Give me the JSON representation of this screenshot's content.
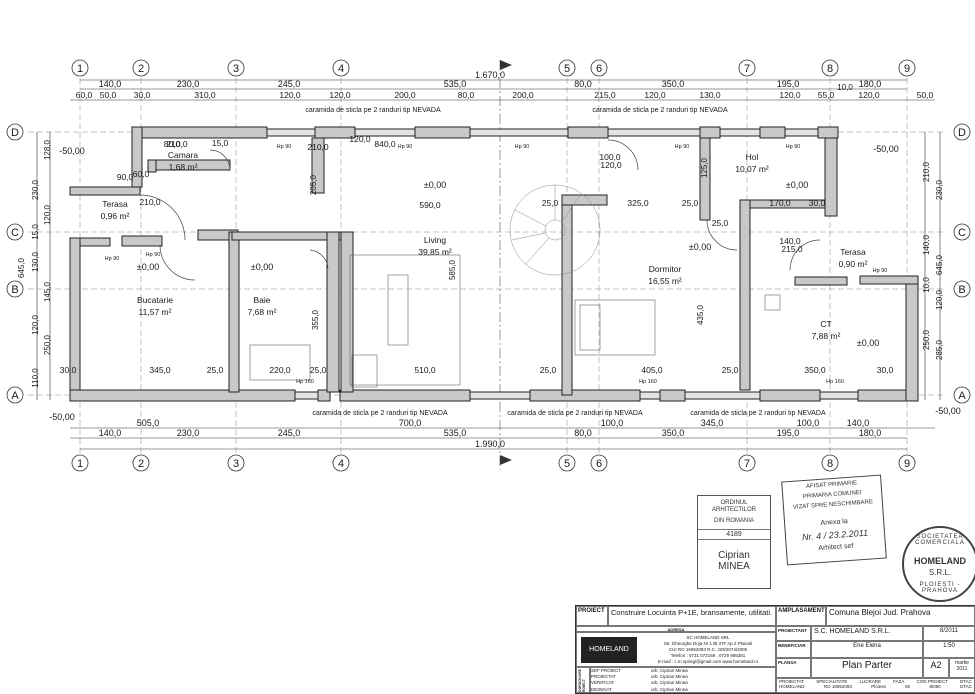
{
  "grid": {
    "vertical_labels": [
      "1",
      "2",
      "3",
      "4",
      "5",
      "6",
      "7",
      "8",
      "9"
    ],
    "horizontal_labels": [
      "D",
      "C",
      "B",
      "A"
    ]
  },
  "dimensions": {
    "top_overall": "1.670,0",
    "bottom_overall": "1.990,0",
    "top_row1": [
      "140,0",
      "230,0",
      "245,0",
      "535,0",
      "80,0",
      "350,0",
      "195,0",
      "180,0"
    ],
    "top_row1_extra": "10,0",
    "top_row2": [
      "60,0",
      "50,0",
      "30,0",
      "310,0",
      "120,0",
      "120,0",
      "200,0",
      "80,0",
      "200,0",
      "215,0",
      "120,0",
      "130,0",
      "120,0",
      "55,0",
      "120,0",
      "50,0"
    ],
    "bottom_row1": [
      "505,0",
      "700,0",
      "100,0",
      "345,0",
      "100,0",
      "140,0"
    ],
    "bottom_row2": [
      "140,0",
      "230,0",
      "245,0",
      "535,0",
      "80,0",
      "350,0",
      "195,0",
      "180,0"
    ],
    "left_side": [
      "128,0",
      "230,0",
      "120,0",
      "15,0",
      "645,0",
      "130,0",
      "145,0",
      "120,0",
      "250,0",
      "110,0"
    ],
    "right_side": [
      "210,0",
      "230,0",
      "140,0",
      "645,0",
      "10,0",
      "120,0",
      "250,0",
      "285,0"
    ],
    "interior": [
      "210,0",
      "15,0",
      "840,0",
      "205,0",
      "590,0",
      "325,0",
      "25,0",
      "170,0",
      "30,0",
      "25,0",
      "585,0",
      "355,0",
      "435,0",
      "345,0",
      "25,0",
      "220,0",
      "25,0",
      "510,0",
      "25,0",
      "405,0",
      "25,0",
      "350,0",
      "30,0",
      "30,0",
      "60,0",
      "80,0",
      "120,0",
      "90,0",
      "210,0",
      "140,0",
      "215,0",
      "100,0",
      "120,0",
      "210,0",
      "25,0",
      "125,0"
    ],
    "levels": [
      "-50,00",
      "-50,00",
      "-50,00",
      "-50,00"
    ]
  },
  "notes": {
    "glass_brick": "caramida de sticla pe 2 randuri tip NEVADA",
    "hp_labels": [
      "Hp 90",
      "Hp 90",
      "Hp 90",
      "Hp 90",
      "Hp 90",
      "Hp 90",
      "Hp 160",
      "Hp 160",
      "Hp 160",
      "Hp 90",
      "Hp 90"
    ]
  },
  "rooms": [
    {
      "name": "Camara",
      "area": "1,68 m²",
      "level": ""
    },
    {
      "name": "Terasa",
      "area": "0,96 m²",
      "level": ""
    },
    {
      "name": "Bucatarie",
      "area": "11,57 m²",
      "level": "±0,00"
    },
    {
      "name": "Baie",
      "area": "7,68 m²",
      "level": "±0,00"
    },
    {
      "name": "Living",
      "area": "39,85 m²",
      "level": "±0,00"
    },
    {
      "name": "Dormitor",
      "area": "16,55 m²",
      "level": "±0,00"
    },
    {
      "name": "Hol",
      "area": "10,07 m²",
      "level": "±0,00"
    },
    {
      "name": "Terasa",
      "area": "0,90 m²",
      "level": ""
    },
    {
      "name": "CT",
      "area": "7,88 m²",
      "level": "±0,00"
    }
  ],
  "stamp_architect": {
    "line1": "ORDINUL ARHITECTILOR",
    "line2": "DIN ROMANIA",
    "number": "4189",
    "first_name": "Ciprian",
    "last_name": "MINEA"
  },
  "stamp_approval": {
    "line1": "AFISAT PRIMARIE",
    "line2": "PRIMARIA COMUNEI",
    "line3": "VIZAT SPRE NESCHIMBARE",
    "anexa": "Anexa la",
    "nr": "Nr. 4 / 23.2.2011",
    "footer": "Arhitect sef"
  },
  "seal": {
    "top": "SOCIETATEA COMERCIALA",
    "name": "HOMELAND",
    "suffix": "S.R.L.",
    "bottom": "PLOIESTI - PRAHOVA"
  },
  "title_block": {
    "proiect_label": "PROIECT",
    "proiect_text": "Construire Locuinta P+1E, bransamente, utilitati.",
    "amplasament_label": "AMPLASAMENT",
    "amplasament_text": "Comuna Blejoi Jud. Prahova",
    "adresa_label": "ADRESA",
    "company_name": "SC HOMELAND SRL",
    "company_address": "Str. Gheorghe Doja Nr 1 Bl 37F Ap 2 Ploiesti",
    "company_ids": "CUI RO 16952093 R.C. J29/2074/2005",
    "company_phone": "Telefon : 0731 072159 , 0729 985381",
    "company_email": "E-mail : c.m.spiregi@gmail.com  www.homeland.ro",
    "logo_text": "HOMELAND",
    "proiectant_label": "PROIECTANT",
    "proiectant": "S.C. HOMELAND S.R.L.",
    "beneficiar_label": "BENEFICIAR",
    "beneficiar": "Ene Elena",
    "plansa_label": "PLANSA",
    "plansa": "Plan  Parter",
    "sheet": "A2",
    "date": "martie 2011",
    "scale": "1:50",
    "proiect_nr": "8/2011",
    "sef_proiect_label": "SEF PROIECT",
    "proiectat_label": "PROIECTAT",
    "verificat_label": "VERIFICAT",
    "desenat_label": "DESENAT",
    "coordonare_label": "COORDONARE PROIECT",
    "name_rows": [
      "urb. Ciprian Minea",
      "urb. Ciprian Minea",
      "urb. Ciprian Minea",
      "urb. Ciprian Minea"
    ],
    "footer_fields": [
      "PROIECTAT",
      "SPECIALITATE",
      "LUCRARE",
      "FAZA",
      "COD PROIECT",
      "DTAC"
    ],
    "footer_values": [
      "HOMELAND",
      "RO 16952093",
      "Ploiesti",
      "60",
      "8/080",
      "DTAC"
    ]
  }
}
